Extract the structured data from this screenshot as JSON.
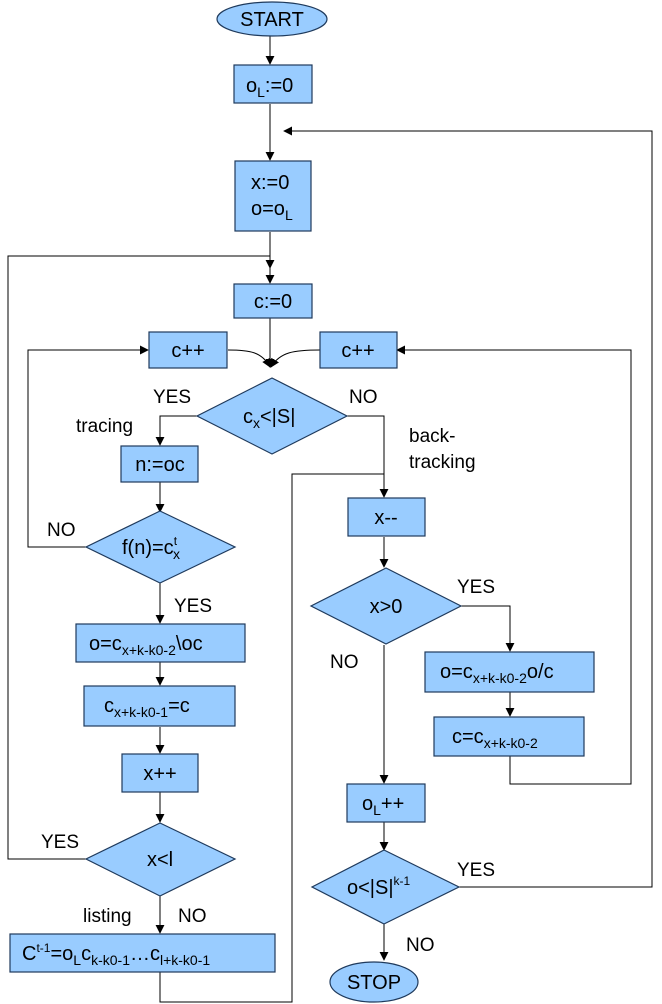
{
  "nodes": {
    "start": "START",
    "stop": "STOP",
    "init_ol": {
      "a": "o",
      "b": "L",
      "c": ":=0"
    },
    "init_x": "x:=0",
    "init_o": {
      "a": "o=o",
      "b": "L"
    },
    "init_c": "c:=0",
    "inc_c_left": "c++",
    "inc_c_right": "c++",
    "cond_cx": {
      "a": "c",
      "b": "x",
      "c": "<|S|"
    },
    "assign_n": "n:=oc",
    "cond_fn": {
      "a": "f(n)=c",
      "b": "t",
      "c": "x"
    },
    "assign_o_trace": {
      "a": "o=c",
      "b": "x+k-k0-2",
      "c": "\\oc"
    },
    "assign_c_trace": {
      "a": "c",
      "b": "x+k-k0-1",
      "c": "=c"
    },
    "inc_x": "x++",
    "cond_xl": "x<l",
    "output": {
      "a": "C",
      "b": "t-1",
      "c": "=o",
      "d": "L",
      "e": "c",
      "f": "k-k0-1",
      "g": "…c",
      "h": "l+k-k0-1"
    },
    "dec_x": "x--",
    "cond_x0": "x>0",
    "assign_o_back": {
      "a": "o=c",
      "b": "x+k-k0-2",
      "c": "o/c"
    },
    "assign_c_back": {
      "a": "c=c",
      "b": "x+k-k0-2"
    },
    "inc_ol": {
      "a": "o",
      "b": "L",
      "c": "++"
    },
    "cond_ol": {
      "a": "o<|S|",
      "b": "k-1"
    }
  },
  "labels": {
    "yes": "YES",
    "no": "NO",
    "tracing": "tracing",
    "backtracking_1": "back-",
    "backtracking_2": "tracking",
    "listing": "listing"
  }
}
